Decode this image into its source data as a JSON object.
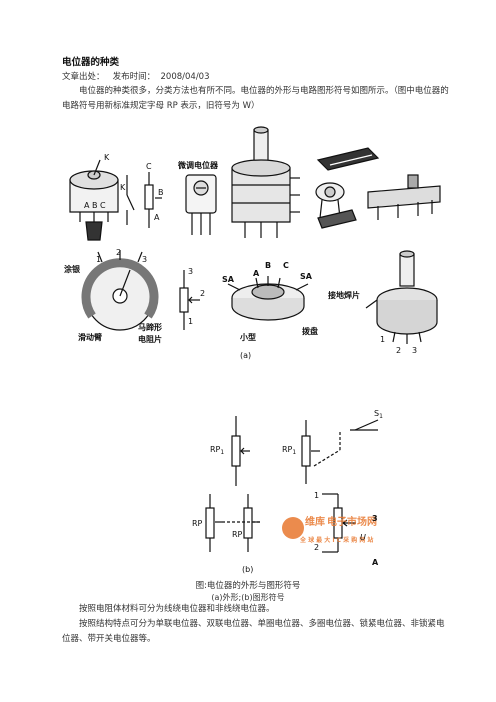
{
  "article": {
    "title": "电位器的种类",
    "meta": "文章出处：   发布时间：  2008/04/03",
    "para1": "电位器的种类很多，分类方法也有所不同。电位器的外形与电路图形符号如图所示。（图中电位器的电路符号用新标准规定字母 RP 表示，旧符号为 W）",
    "para2": "按照电阻体材料可分为线绕电位器和非线绕电位器。",
    "para3": "按照结构特点可分为单联电位器、双联电位器、单圈电位器、多圈电位器、锁紧电位器、非锁紧电位器、带开关电位器等。"
  },
  "figure_a": {
    "labels": {
      "k1": "K",
      "k2": "K",
      "c": "C",
      "b": "B",
      "a": "A",
      "abc": "A B C",
      "fine": "微调电位器",
      "coating": "涂银",
      "n1": "1",
      "n2": "2",
      "n3": "3",
      "arm": "滑动臂",
      "horseshoe1": "马蹄形",
      "horseshoe2": "电阻片",
      "s3": "3",
      "s2": "2",
      "s1": "1",
      "sa1": "SA",
      "sa2": "SA",
      "sa_a": "A",
      "sa_b": "B",
      "sa_c": "C",
      "small": "小型",
      "dial": "拨盘",
      "ground": "接地焊片",
      "g1": "1",
      "g2": "2",
      "g3": "3"
    },
    "panel": "(a)"
  },
  "figure_b": {
    "labels": {
      "rp1a": "RP",
      "rp1a_sub": "1",
      "rp1b": "RP",
      "rp1b_sub": "1",
      "s1": "S",
      "s1_sub": "1",
      "rp_l": "RP",
      "rp_r": "RP",
      "t1": "1",
      "t2": "2",
      "t3": "3",
      "a": "A",
      "u": "U"
    },
    "panel": "(b)",
    "watermark": {
      "brand": "维库",
      "text1": "电子市场网",
      "text2": "全 球 最 大 I C 采 购 网 站"
    }
  },
  "caption": {
    "line1": "图:电位器的外形与图形符号",
    "line2": "(a)外形;(b)图形符号"
  }
}
